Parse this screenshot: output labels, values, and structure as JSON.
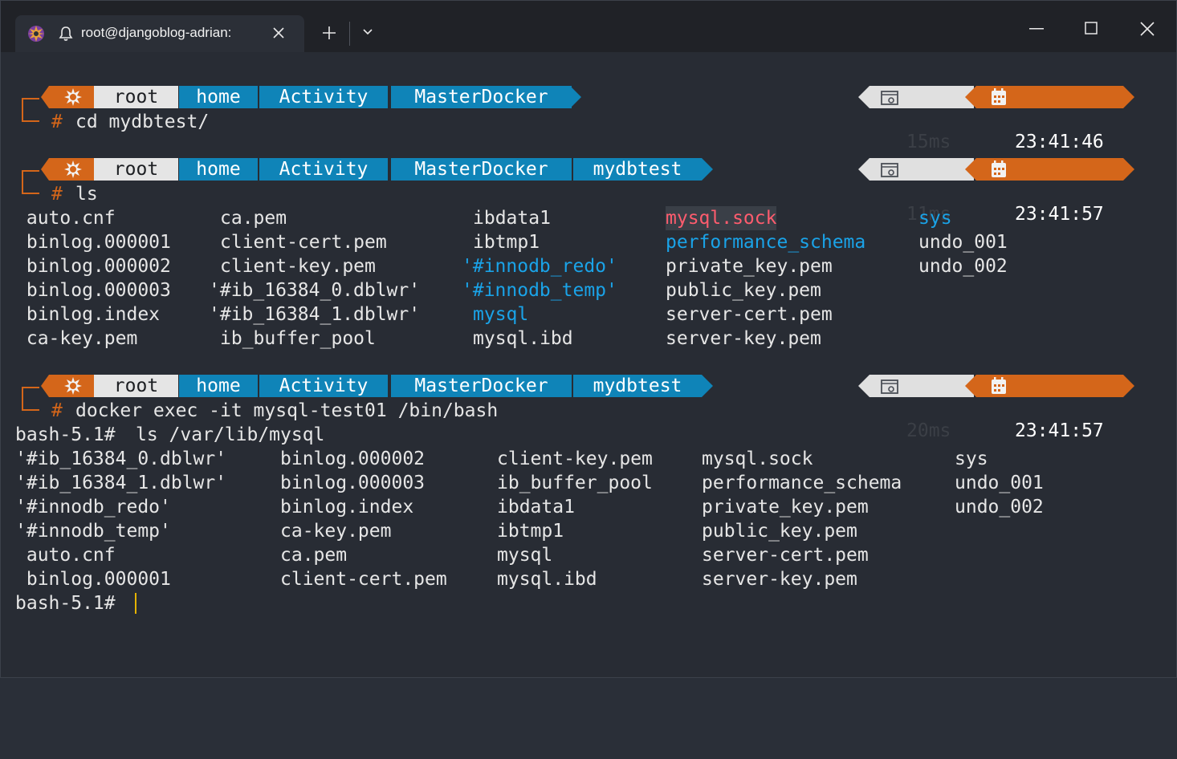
{
  "window": {
    "tab_title": "root@djangoblog-adrian:",
    "tab_icon": "gear-logo-icon"
  },
  "colors": {
    "accent_orange": "#d4661a",
    "segment_blue": "#0f84b8",
    "link_blue": "#1aa3e8",
    "sock_red": "#ff5c6e",
    "background": "#282c34"
  },
  "prompts": [
    {
      "user": "root",
      "path": [
        "home",
        "Activity",
        "MasterDocker"
      ],
      "duration": "15ms",
      "time": "23:41:46",
      "command": "cd mydbtest/"
    },
    {
      "user": "root",
      "path": [
        "home",
        "Activity",
        "MasterDocker",
        "mydbtest"
      ],
      "duration": "11ms",
      "time": "23:41:57",
      "command": "ls"
    },
    {
      "user": "root",
      "path": [
        "home",
        "Activity",
        "MasterDocker",
        "mydbtest"
      ],
      "duration": "20ms",
      "time": "23:41:57",
      "command": "docker exec -it mysql-test01 /bin/bash"
    }
  ],
  "ls_output_1": [
    [
      " auto.cnf",
      "ca.pem",
      "ibdata1",
      "mysql.sock",
      "sys"
    ],
    [
      " binlog.000001",
      "client-cert.pem",
      "ibtmp1",
      "performance_schema",
      "undo_001"
    ],
    [
      " binlog.000002",
      "client-key.pem",
      "'#innodb_redo'",
      "private_key.pem",
      "undo_002"
    ],
    [
      " binlog.000003",
      "'#ib_16384_0.dblwr'",
      "'#innodb_temp'",
      "public_key.pem",
      ""
    ],
    [
      " binlog.index",
      "'#ib_16384_1.dblwr'",
      "mysql",
      "server-cert.pem",
      ""
    ],
    [
      " ca-key.pem",
      "ib_buffer_pool",
      "mysql.ibd",
      "server-key.pem",
      ""
    ]
  ],
  "bash_prompt": "bash-5.1#",
  "bash_command": "ls /var/lib/mysql",
  "ls_output_2": [
    [
      "'#ib_16384_0.dblwr'",
      "binlog.000002",
      "client-key.pem",
      "mysql.sock",
      "sys"
    ],
    [
      "'#ib_16384_1.dblwr'",
      "binlog.000003",
      "ib_buffer_pool",
      "performance_schema",
      "undo_001"
    ],
    [
      "'#innodb_redo'",
      "binlog.index",
      "ibdata1",
      "private_key.pem",
      "undo_002"
    ],
    [
      "'#innodb_temp'",
      "ca-key.pem",
      "ibtmp1",
      "public_key.pem",
      ""
    ],
    [
      " auto.cnf",
      "ca.pem",
      "mysql",
      "server-cert.pem",
      ""
    ],
    [
      " binlog.000001",
      "client-cert.pem",
      "mysql.ibd",
      "server-key.pem",
      ""
    ]
  ]
}
